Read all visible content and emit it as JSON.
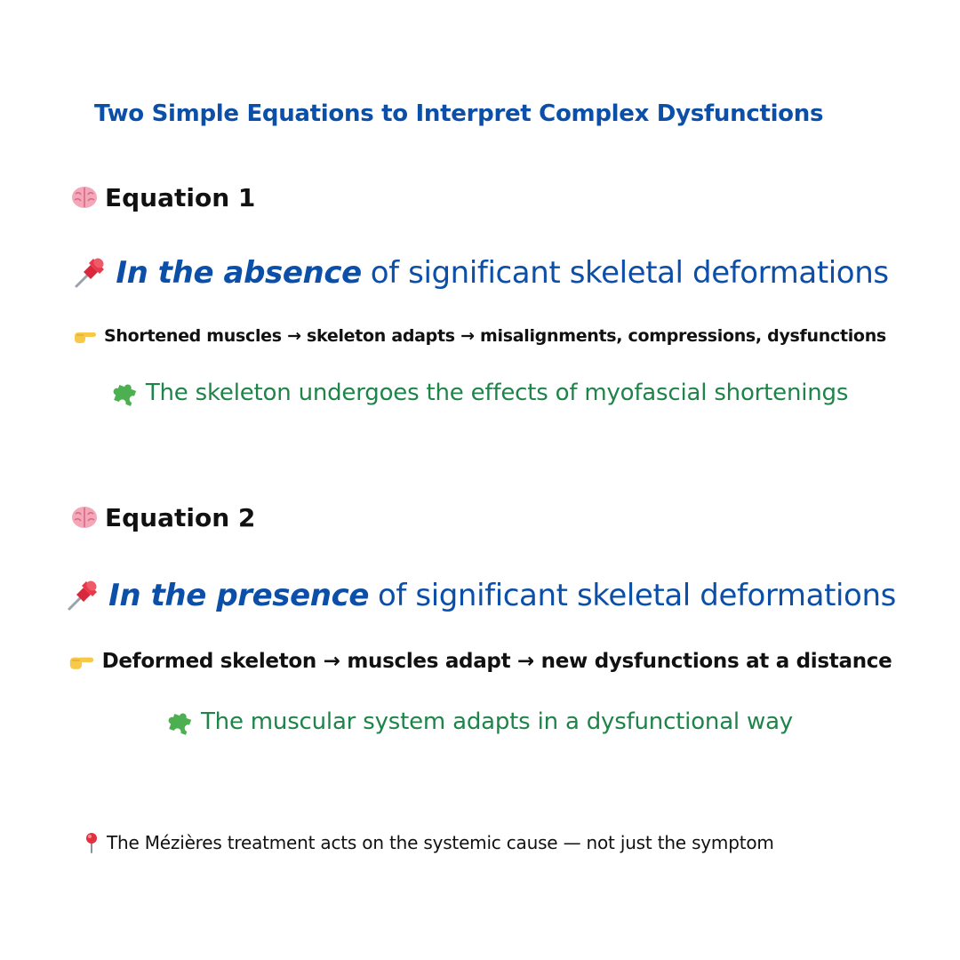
{
  "title": "Two Simple Equations to Interpret Complex Dysfunctions",
  "equations": [
    {
      "heading": "Equation 1",
      "heading_icon": "brain-icon",
      "premise_icon": "pushpin-icon",
      "premise_emphasis": "In the absence",
      "premise_rest": "of significant skeletal deformations",
      "chain_icon": "pointing-hand-icon",
      "chain": "Shortened muscles → skeleton adapts → misalignments, compressions, dysfunctions",
      "conclusion_icon": "puzzle-piece-icon",
      "conclusion": "The skeleton undergoes the effects of myofascial shortenings"
    },
    {
      "heading": "Equation 2",
      "heading_icon": "brain-icon",
      "premise_icon": "pushpin-icon",
      "premise_emphasis": "In the presence",
      "premise_rest": "of significant skeletal deformations",
      "chain_icon": "pointing-hand-icon",
      "chain": "Deformed skeleton → muscles adapt → new dysfunctions at a distance",
      "conclusion_icon": "puzzle-piece-icon",
      "conclusion": "The muscular system adapts in a dysfunctional way"
    }
  ],
  "footer": {
    "icon": "round-pushpin-icon",
    "text": "The Mézières treatment acts on the systemic cause — not just the symptom"
  },
  "colors": {
    "title_blue": "#0b4fa8",
    "conclusion_green": "#1e8449",
    "body_text": "#111111"
  }
}
